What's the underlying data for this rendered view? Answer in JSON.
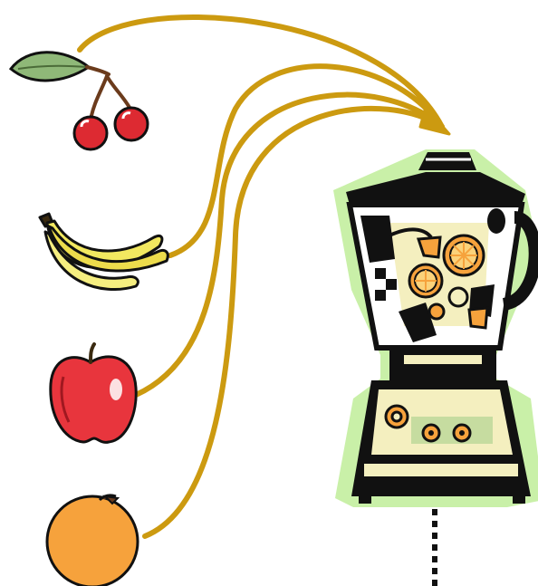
{
  "colors": {
    "background": "#ffffff",
    "arrow": "#cc9a10",
    "cherry": "#dd2a32",
    "leaf": "#8fb878",
    "banana": "#f2e860",
    "apple": "#e8353d",
    "orange": "#f6a23c",
    "blender_glow": "#c9f0a8",
    "blender_ink": "#111111",
    "blender_cream": "#f4efbf"
  },
  "items": [
    {
      "name": "cherries",
      "icon": "cherries-icon"
    },
    {
      "name": "banana",
      "icon": "banana-icon"
    },
    {
      "name": "apple",
      "icon": "apple-icon"
    },
    {
      "name": "orange",
      "icon": "orange-icon"
    },
    {
      "name": "blender",
      "icon": "blender-icon"
    }
  ]
}
